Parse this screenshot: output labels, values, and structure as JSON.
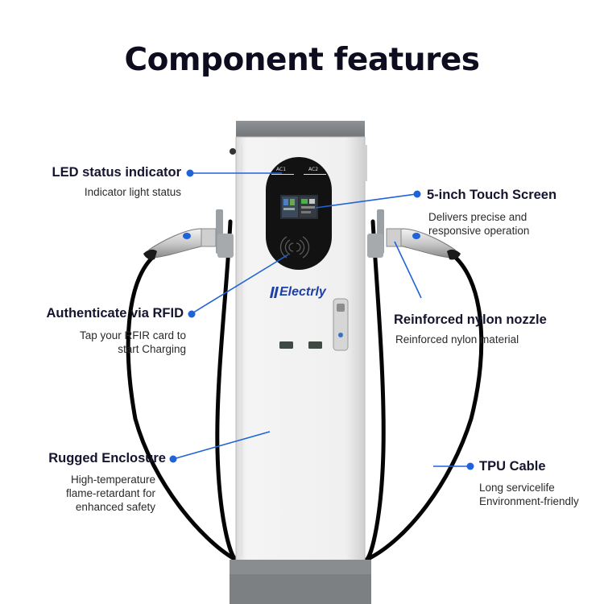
{
  "title": "Component features",
  "product": {
    "brand": "Electrly",
    "ports": [
      "AC1",
      "AC2"
    ]
  },
  "colors": {
    "accent": "#1f63d8",
    "title": "#0d0d1f",
    "body": "#f2f2f2",
    "panel": "#111111"
  },
  "features": {
    "led": {
      "label": "LED status indicator",
      "desc": [
        "Indicator light status"
      ]
    },
    "screen": {
      "label": "5-inch Touch Screen",
      "desc": [
        "Delivers precise and",
        "responsive operation"
      ]
    },
    "rfid": {
      "label": "Authenticate via RFID",
      "desc": [
        "Tap your RFIR card to",
        "start Charging"
      ]
    },
    "nozzle": {
      "label": "Reinforced nylon nozzle",
      "desc": [
        "Reinforced nylon material"
      ]
    },
    "enclosure": {
      "label": "Rugged Enclosure",
      "desc": [
        "High-temperature",
        "flame-retardant for",
        "enhanced safety"
      ]
    },
    "cable": {
      "label": "TPU Cable",
      "desc": [
        "Long servicelife",
        "Environment-friendly"
      ]
    }
  }
}
